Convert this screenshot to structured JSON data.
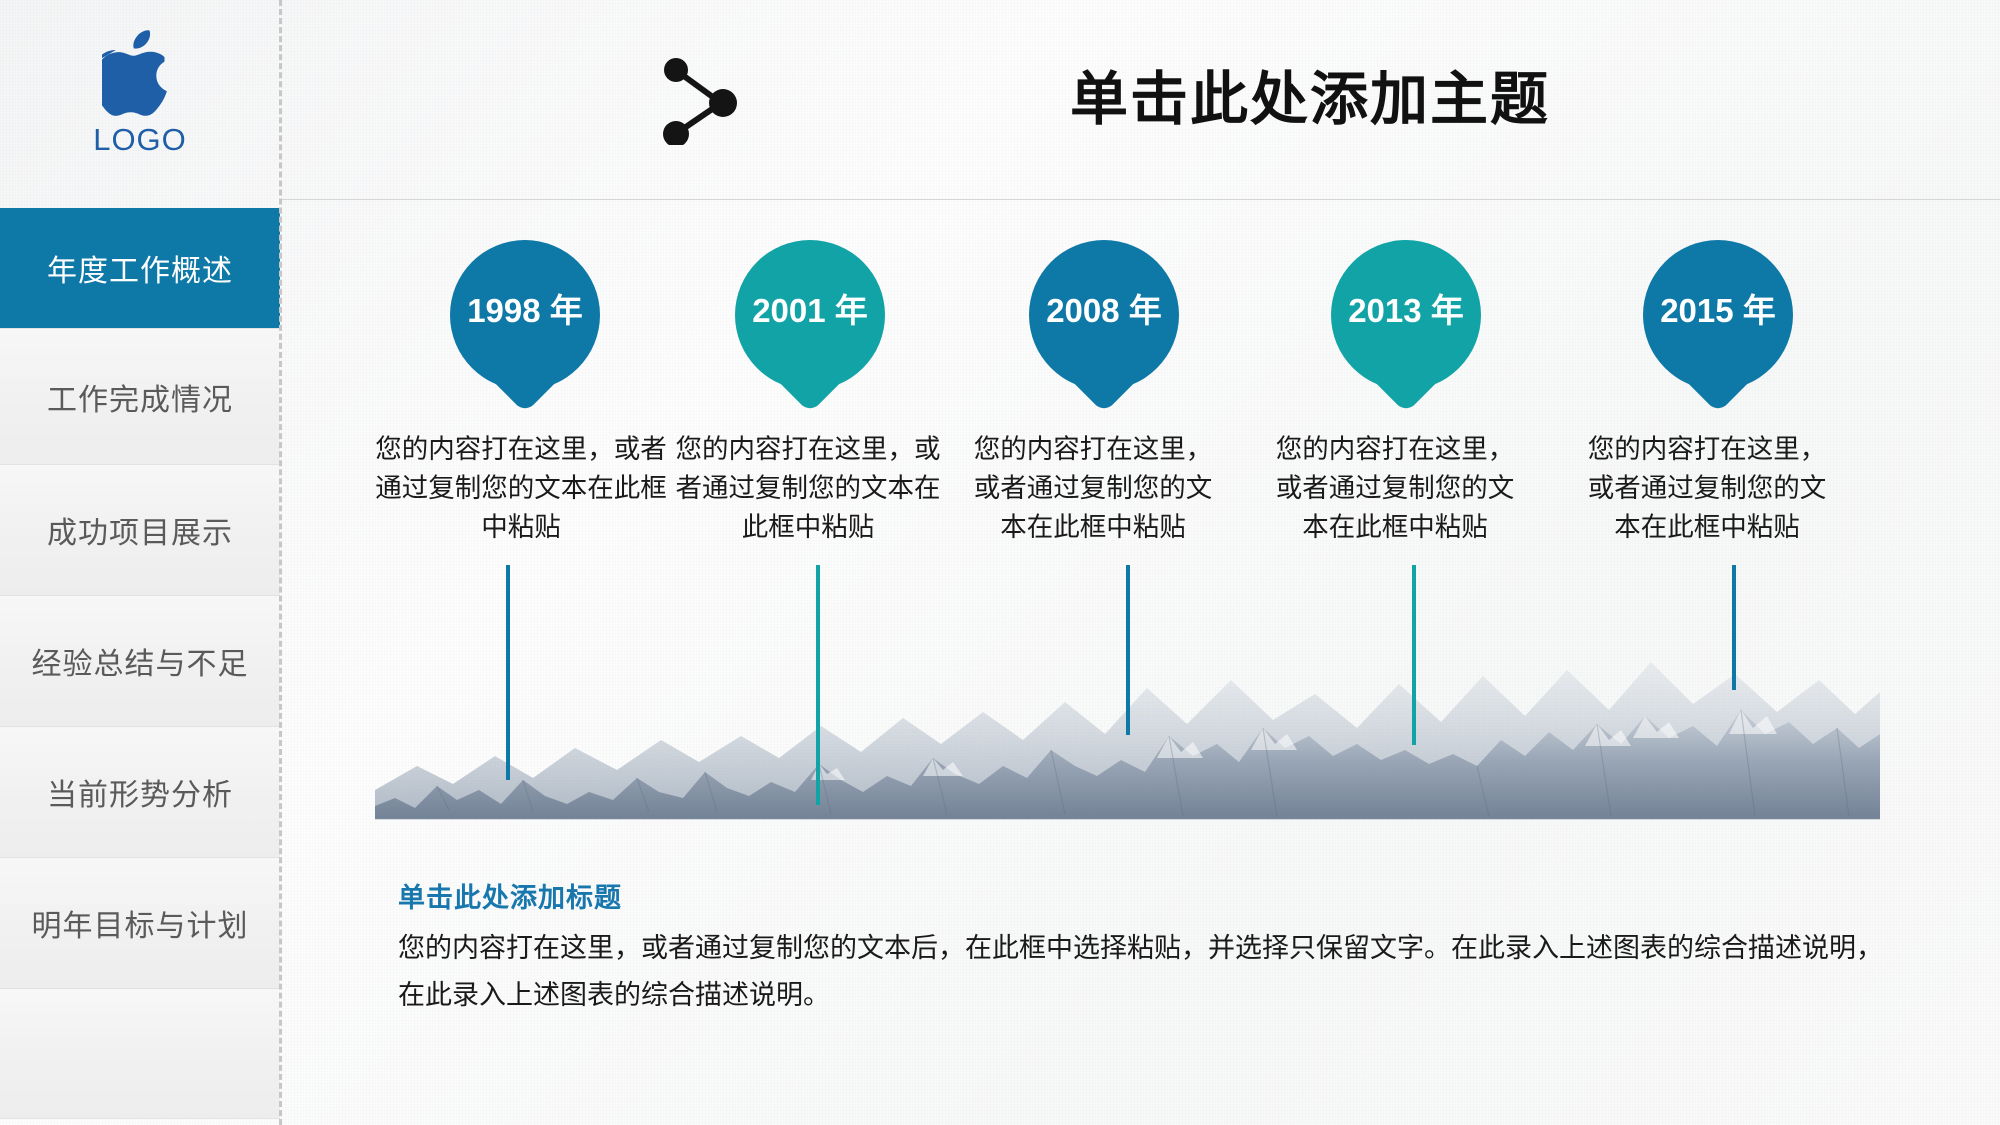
{
  "colors": {
    "accent_blue": "#0e78a6",
    "accent_teal": "#11a3a6",
    "logo_blue": "#1e5fa8",
    "heading_blue": "#1877ac",
    "sidebar_text": "#5a5a5a",
    "body_text": "#1a1a1a",
    "slide_bg": "#fbfbfb"
  },
  "sidebar": {
    "logo": {
      "icon": "apple-logo-icon",
      "label": "LOGO"
    },
    "items": [
      {
        "label": "年度工作概述",
        "active": true
      },
      {
        "label": "工作完成情况",
        "active": false
      },
      {
        "label": "成功项目展示",
        "active": false
      },
      {
        "label": "经验总结与不足",
        "active": false
      },
      {
        "label": "当前形势分析",
        "active": false
      },
      {
        "label": "明年目标与计划",
        "active": false
      }
    ]
  },
  "header": {
    "icon": "network-node-icon",
    "title": "单击此处添加主题"
  },
  "timeline": {
    "items": [
      {
        "year": "1998 年",
        "color": "#0e78a6",
        "desc": "您的内容打在这里，或者通过复制您的文本在此框中粘贴"
      },
      {
        "year": "2001 年",
        "color": "#11a3a6",
        "desc": "您的内容打在这里，或者通过复制您的文本在此框中粘贴"
      },
      {
        "year": "2008 年",
        "color": "#0e78a6",
        "desc": "您的内容打在这里，或者通过复制您的文本在此框中粘贴"
      },
      {
        "year": "2013 年",
        "color": "#11a3a6",
        "desc": "您的内容打在这里，或者通过复制您的文本在此框中粘贴"
      },
      {
        "year": "2015 年",
        "color": "#0e78a6",
        "desc": "您的内容打在这里，或者通过复制您的文本在此框中粘贴"
      }
    ]
  },
  "bottom": {
    "heading": "单击此处添加标题",
    "paragraph": "您的内容打在这里，或者通过复制您的文本后，在此框中选择粘贴，并选择只保留文字。在此录入上述图表的综合描述说明，在此录入上述图表的综合描述说明。"
  },
  "decoration": {
    "mountain_image": "snow-mountain-range-silhouette"
  }
}
